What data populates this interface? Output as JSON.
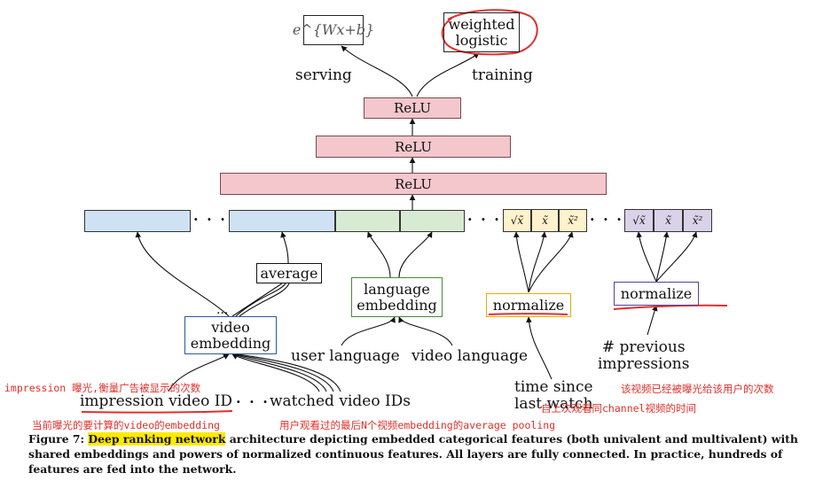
{
  "outputs": {
    "serving_formula": "e^{Wx+b}",
    "training_box_line1": "weighted",
    "training_box_line2": "logistic",
    "serving_label": "serving",
    "training_label": "training"
  },
  "layers": {
    "relu_top": "ReLU",
    "relu_mid": "ReLU",
    "relu_bottom": "ReLU"
  },
  "features": {
    "yellow": [
      "√x̃",
      "x̃",
      "x̃²"
    ],
    "purple": [
      "√x̃",
      "x̃",
      "x̃²"
    ],
    "dots": "· · ·"
  },
  "nodes": {
    "average": "average",
    "language_embedding_line1": "language",
    "language_embedding_line2": "embedding",
    "normalize_time": "normalize",
    "normalize_impressions": "normalize",
    "video_embedding_line1": "video",
    "video_embedding_line2": "embedding",
    "video_embedding_dots": "..."
  },
  "inputs": {
    "user_language": "user language",
    "video_language": "video language",
    "impression_video_id": "impression video ID",
    "watched_video_ids": "watched video IDs",
    "id_dots": "· · ·",
    "time_since_line1": "time since",
    "time_since_line2": "last watch",
    "previous_impressions_line1": "# previous",
    "previous_impressions_line2": "impressions"
  },
  "annotations": {
    "impression_note": "impression 曝光,衡量广告被显示的次数",
    "impression_video_note": "当前曝光的要计算的video的embedding",
    "watched_note": "用户观看过的最后N个视频embedding的average pooling",
    "prev_impressions_note": "该视频已经被曝光给该用户的次数",
    "last_watch_note": "自上次观看同channel视频的时间"
  },
  "caption": {
    "prefix": "Figure 7: ",
    "highlight": "Deep ranking network",
    "rest": " architecture depicting embedded categorical features (both univalent and multivalent) with shared embeddings and powers of normalized continuous features. All layers are fully connected. In practice, hundreds of features are fed into the network."
  },
  "colors": {
    "relu_fill": "#f4c7cc",
    "blue_fill": "#cfe2f3",
    "green_fill": "#d9ead3",
    "yellow_fill": "#fff2cc",
    "purple_fill": "#d9d2e9",
    "annotation_red": "#e0302b",
    "highlight_yellow": "#ffea00"
  }
}
